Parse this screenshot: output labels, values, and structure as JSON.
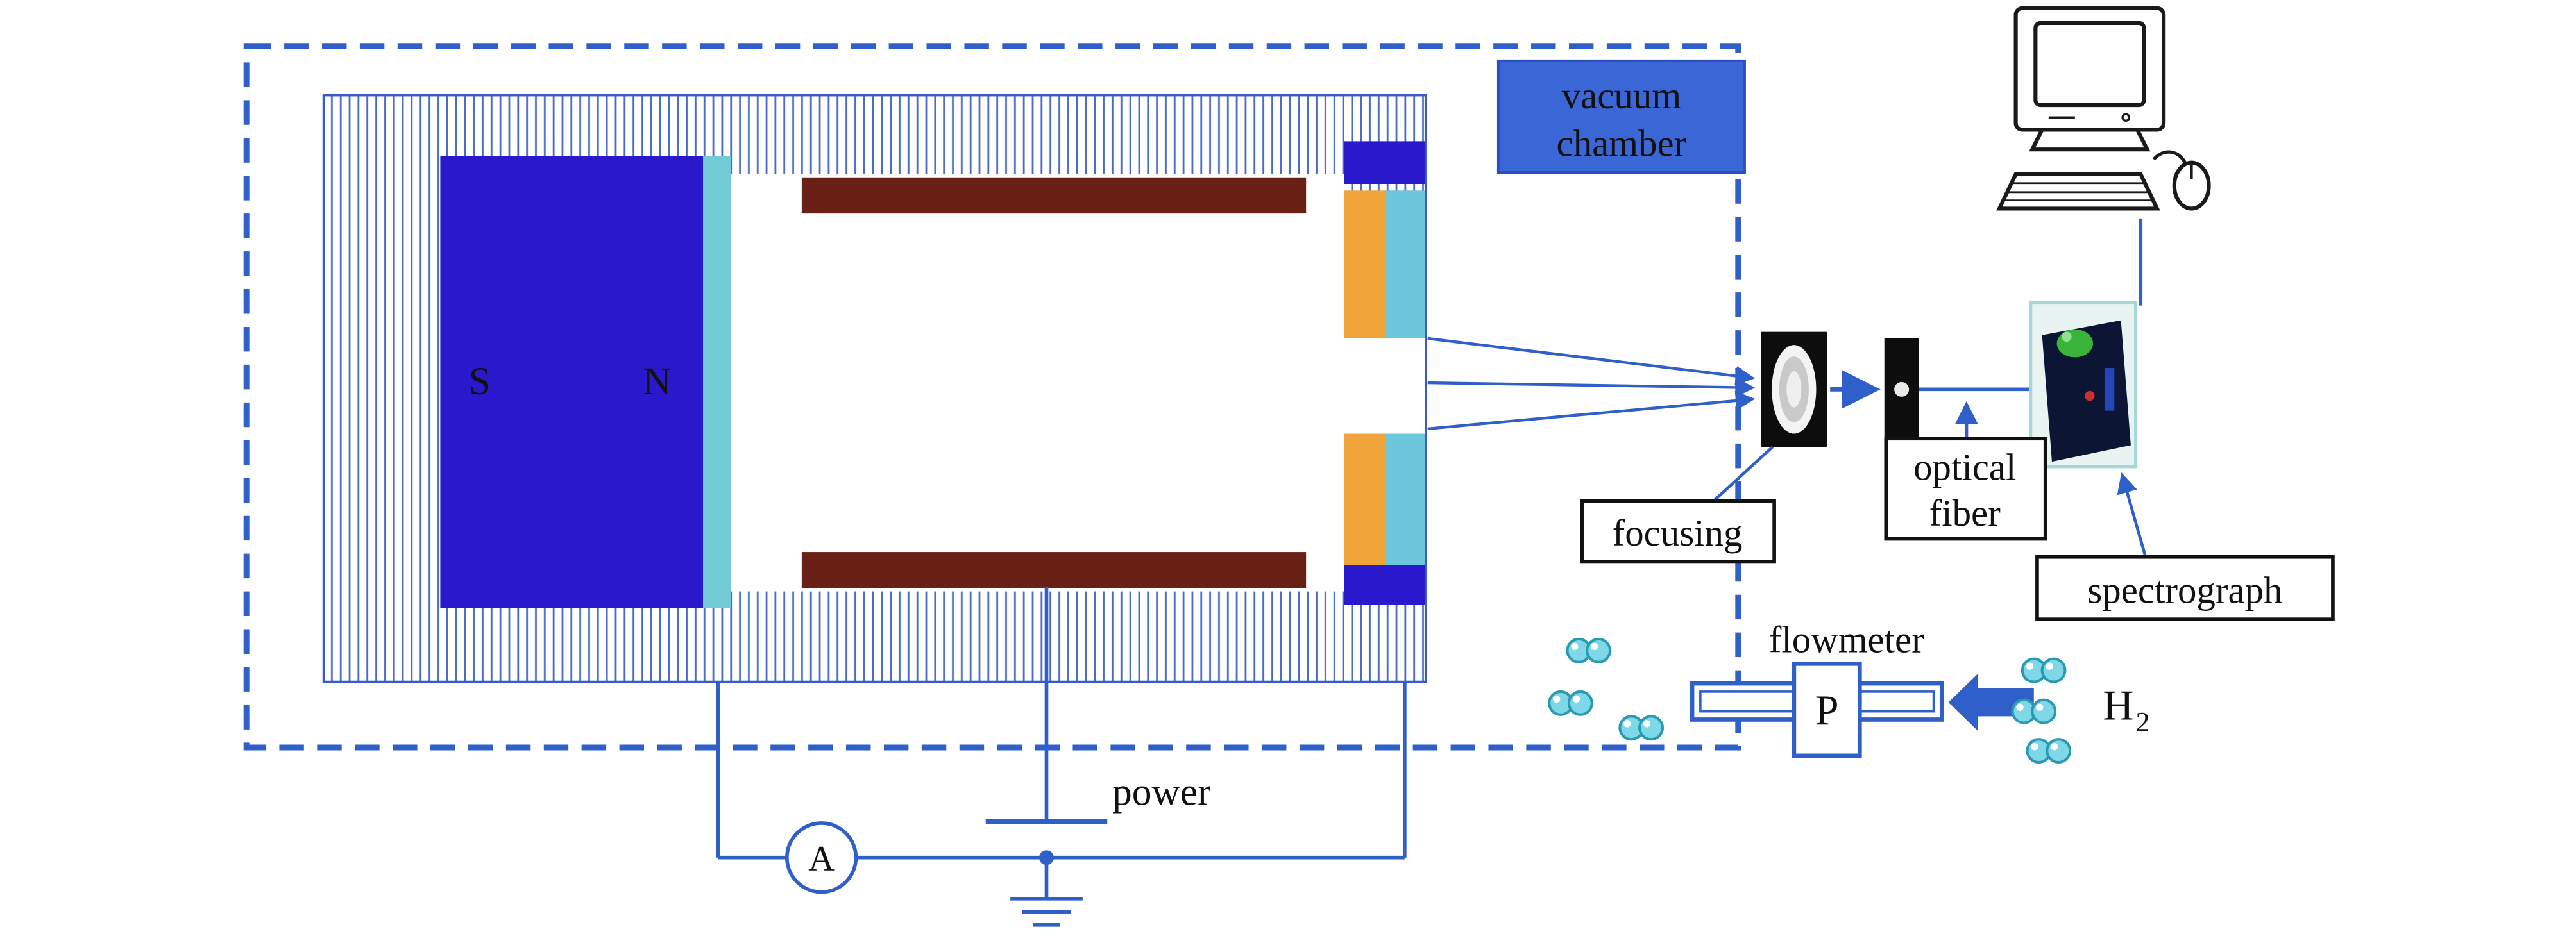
{
  "labels": {
    "vacuum_chamber_line1": "vacuum",
    "vacuum_chamber_line2": "chamber",
    "magnet_south": "S",
    "magnet_north": "N",
    "focusing": "focusing",
    "optical_fiber_line1": "optical",
    "optical_fiber_line2": "fiber",
    "spectrograph": "spectrograph",
    "flowmeter": "flowmeter",
    "pressure_gauge": "P",
    "power": "power",
    "ammeter": "A",
    "gas_symbol": "H",
    "gas_subscript": "2"
  },
  "colors": {
    "wire_blue": "#2f5fc9",
    "magnet_blue": "#2a18cc",
    "pole_cyan": "#72ccd6",
    "electrode_brown": "#6a2115",
    "spacer_orange": "#f0a43a",
    "spacer_cyan": "#6cc6dc",
    "label_box_blue": "#3a66d6",
    "molecule_cyan": "#7fd8e8"
  }
}
